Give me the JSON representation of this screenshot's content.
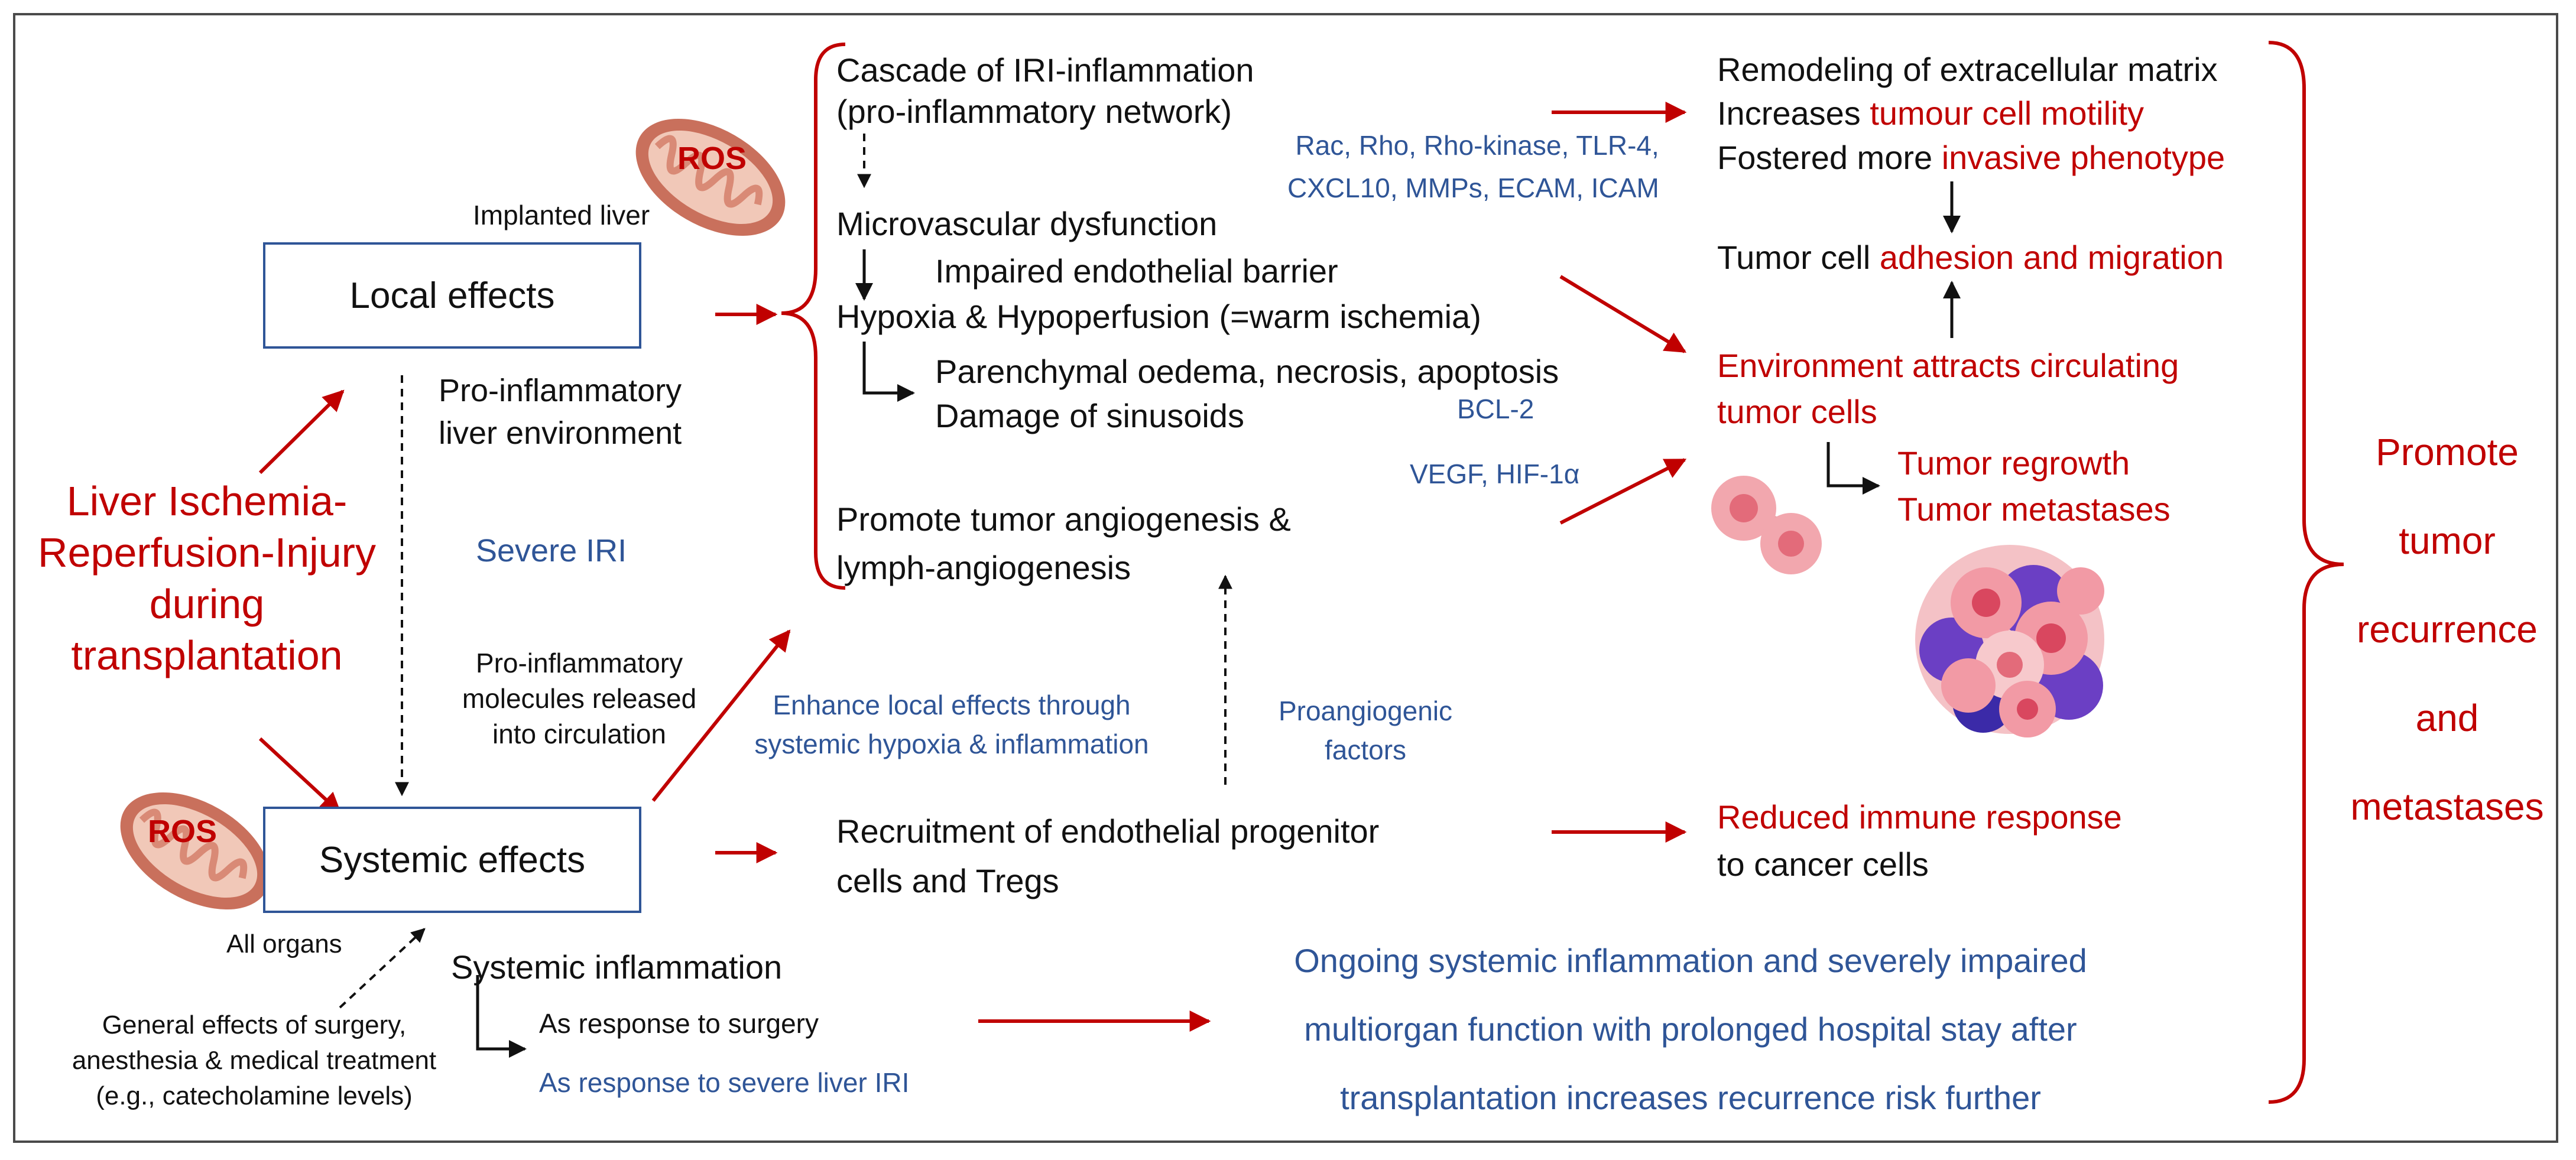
{
  "colors": {
    "text": "#111111",
    "accent_red": "#c00000",
    "accent_blue": "#2f5597",
    "frame": "#4a4a4a"
  },
  "icons": {
    "mitochondria": "mitochondria-icon",
    "cells": "cancer-cell-icon",
    "tumor": "tumor-cluster-icon"
  },
  "left": {
    "title_l1": "Liver Ischemia-",
    "title_l2": "Reperfusion-Injury",
    "title_l3": "during",
    "title_l4": "transplantation"
  },
  "local": {
    "ros_label": "ROS",
    "implanted_label": "Implanted liver",
    "box_label": "Local effects",
    "env_l1": "Pro-inflammatory",
    "env_l2": "liver environment",
    "severe": "Severe IRI"
  },
  "systemic": {
    "ros_label": "ROS",
    "all_organs": "All organs",
    "box_label": "Systemic effects",
    "molecules_l1": "Pro-inflammatory",
    "molecules_l2": "molecules released",
    "molecules_l3": "into circulation",
    "general_l1": "General effects of surgery,",
    "general_l2": "anesthesia & medical treatment",
    "general_l3": "(e.g., catecholamine levels)",
    "inflam_title": "Systemic inflammation",
    "resp_surgery": "As response to surgery",
    "resp_iri": "As response to severe liver IRI"
  },
  "cascade": {
    "l1": "Cascade of IRI-inflammation",
    "l2": "(pro-inflammatory network)",
    "micro": "Microvascular dysfunction",
    "barrier": "Impaired endothelial barrier",
    "hypoxia": "Hypoxia & Hypoperfusion (=warm ischemia)",
    "oedema": "Parenchymal oedema, necrosis, apoptosis",
    "sinusoids": "Damage of sinusoids",
    "angio_l1": "Promote tumor angiogenesis &",
    "angio_l2": "lymph-angiogenesis"
  },
  "mediators": {
    "rac_l1": "Rac, Rho, Rho-kinase, TLR-4,",
    "rac_l2": "CXCL10, MMPs, ECAM, ICAM",
    "bcl2": "BCL-2",
    "vegf": "VEGF, HIF-1α"
  },
  "middle": {
    "enhance_l1": "Enhance local effects through",
    "enhance_l2": "systemic hypoxia & inflammation",
    "proangio_l1": "Proangiogenic",
    "proangio_l2": "factors",
    "recruit_l1": "Recruitment of endothelial progenitor",
    "recruit_l2": "cells and Tregs"
  },
  "right": {
    "remodel": "Remodeling of extracellular matrix",
    "increases": "Increases ",
    "motility": "tumour cell motility",
    "fostered": "Fostered more ",
    "invasive": "invasive phenotype",
    "tumor_cell": "Tumor cell ",
    "adhesion": "adhesion and migration",
    "env_l1": "Environment attracts circulating",
    "env_l2": "tumor cells",
    "regrowth": "Tumor regrowth",
    "metastases": "Tumor metastases",
    "reduced": "Reduced immune response",
    "cancer": "to cancer cells",
    "ongoing_l1": "Ongoing systemic inflammation and severely impaired",
    "ongoing_l2": "multiorgan function with prolonged hospital stay after",
    "ongoing_l3": "transplantation increases recurrence risk further"
  },
  "outcome": {
    "l1": "Promote",
    "l2": "tumor",
    "l3": "recurrence",
    "l4": "and",
    "l5": "metastases"
  }
}
